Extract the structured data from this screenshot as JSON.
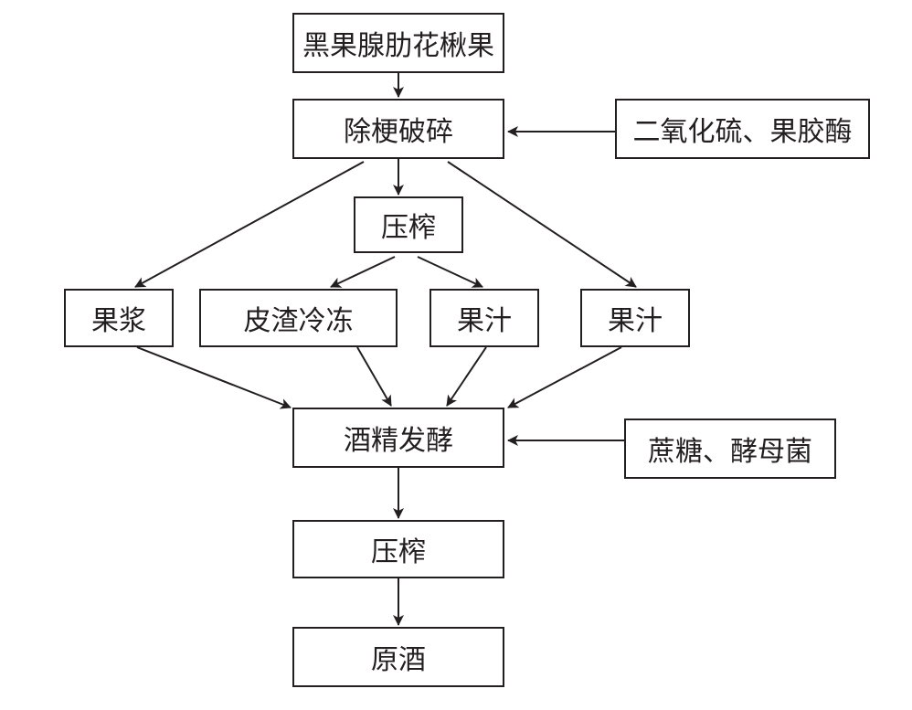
{
  "diagram": {
    "type": "flowchart",
    "nodes": [
      {
        "id": "raw",
        "label": "黑果腺肋花楸果"
      },
      {
        "id": "destem",
        "label": "除梗破碎"
      },
      {
        "id": "additive1",
        "label": "二氧化硫、果胶酶"
      },
      {
        "id": "press1",
        "label": "压榨"
      },
      {
        "id": "pulp",
        "label": "果浆"
      },
      {
        "id": "pomace",
        "label": "皮渣冷冻"
      },
      {
        "id": "juice1",
        "label": "果汁"
      },
      {
        "id": "juice2",
        "label": "果汁"
      },
      {
        "id": "ferment",
        "label": "酒精发酵"
      },
      {
        "id": "additive2",
        "label": "蔗糖、酵母菌"
      },
      {
        "id": "press2",
        "label": "压榨"
      },
      {
        "id": "wine",
        "label": "原酒"
      }
    ],
    "edges": [
      {
        "from": "raw",
        "to": "destem"
      },
      {
        "from": "additive1",
        "to": "destem"
      },
      {
        "from": "destem",
        "to": "press1"
      },
      {
        "from": "destem",
        "to": "pulp"
      },
      {
        "from": "destem",
        "to": "juice2"
      },
      {
        "from": "press1",
        "to": "pomace"
      },
      {
        "from": "press1",
        "to": "juice1"
      },
      {
        "from": "pulp",
        "to": "ferment"
      },
      {
        "from": "pomace",
        "to": "ferment"
      },
      {
        "from": "juice1",
        "to": "ferment"
      },
      {
        "from": "juice2",
        "to": "ferment"
      },
      {
        "from": "additive2",
        "to": "ferment"
      },
      {
        "from": "ferment",
        "to": "press2"
      },
      {
        "from": "press2",
        "to": "wine"
      }
    ],
    "colors": {
      "stroke": "#231f20",
      "background": "#ffffff"
    }
  }
}
